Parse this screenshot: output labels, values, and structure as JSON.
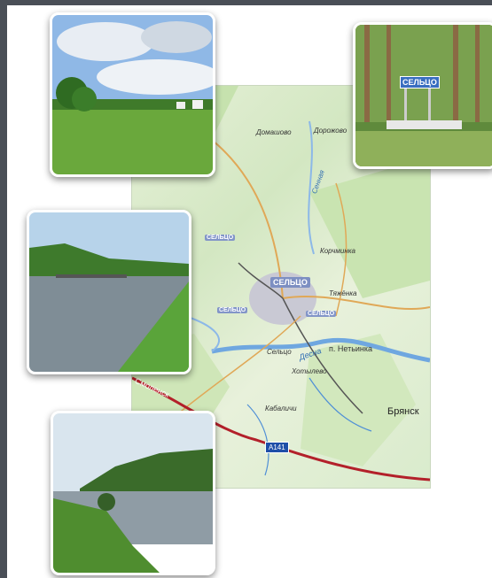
{
  "map": {
    "labels": {
      "domashovo": "Домашово",
      "dorozhovo": "Дорожово",
      "seltso_small_left": "СЕЛЬЦО",
      "seltso_small_mid": "СЕЛЬЦО",
      "seltso_small_right": "СЕЛЬЦО",
      "seltso_main": "СЕЛЬЦО",
      "korchminka": "Корчминка",
      "tyazhenka": "Тяжёнка",
      "seltso_village": "Сельцо",
      "netyinka": "п. Нетьинка",
      "desna": "Десна",
      "hotylevo": "Хотылево",
      "kabalichi": "Кабаличи",
      "smolensk": "Смоленск",
      "bryansk": "Брянск",
      "sennaya": "Сенная",
      "highway": "A141"
    }
  },
  "photos": {
    "sign_text": "СЕЛЬЦО"
  }
}
